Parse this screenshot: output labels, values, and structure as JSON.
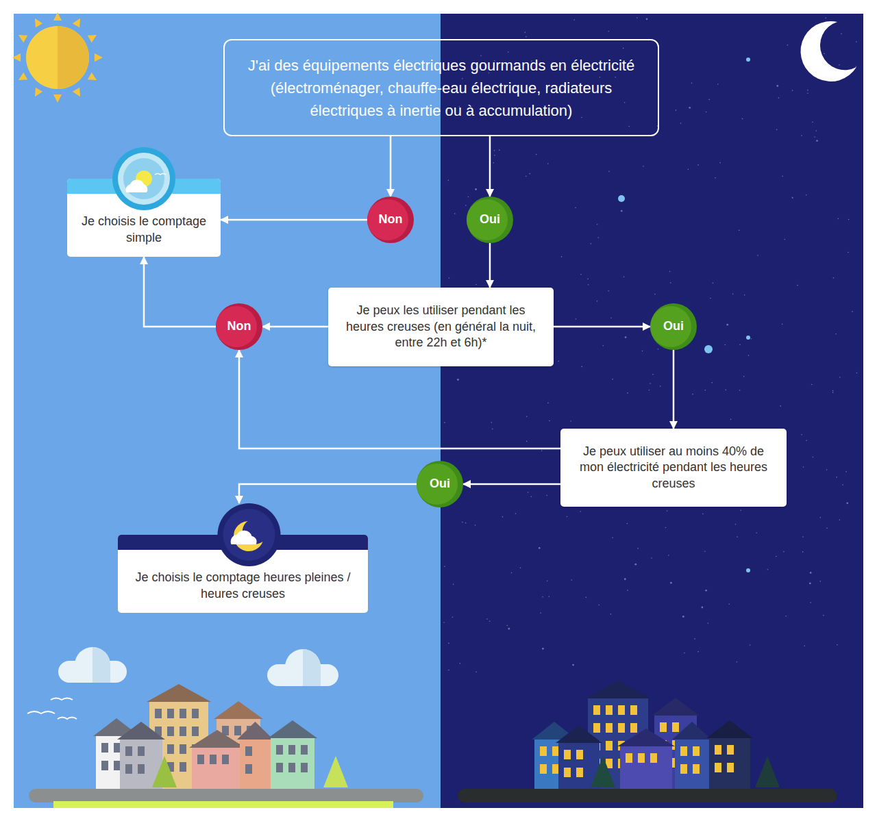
{
  "diagram": {
    "nodes": [
      {
        "text": [
          "J'ai des équipements électriques gourmands en électricité (électroménager, chauffe-eau électrique, radiateurs électriques à inertie ou à accumulation)"
        ]
      },
      {
        "text": [
          "Non"
        ]
      },
      {
        "text": [
          "Oui"
        ]
      },
      {
        "text": [
          "Je choisis le comptage simple"
        ]
      },
      {
        "text": [
          "Je peux les utiliser pendant les heures creuses (en général la nuit, entre 22h et 6h)*"
        ]
      },
      {
        "text": [
          "Non"
        ]
      },
      {
        "text": [
          "Oui"
        ]
      },
      {
        "text": [
          "Je peux utiliser au moins 40% de mon électricité pendant les heures creuses"
        ]
      },
      {
        "text": [
          "Oui"
        ]
      },
      {
        "text": [
          "Je choisis le comptage heures pleines / heures creuses"
        ]
      }
    ],
    "edges": [
      {
        "from": 0,
        "to": 1,
        "arrow": "to"
      },
      {
        "from": 0,
        "to": 2,
        "arrow": "to"
      },
      {
        "from": 1,
        "to": 3,
        "arrow": "to"
      },
      {
        "from": 2,
        "to": 4,
        "arrow": "to"
      },
      {
        "from": 4,
        "to": 5,
        "arrow": "to"
      },
      {
        "from": 4,
        "to": 6,
        "arrow": "to"
      },
      {
        "from": 5,
        "to": 3,
        "arrow": "to"
      },
      {
        "from": 6,
        "to": 7,
        "arrow": "to"
      },
      {
        "from": 7,
        "to": 5,
        "arrow": "to"
      },
      {
        "from": 7,
        "to": 8,
        "arrow": "to"
      },
      {
        "from": 8,
        "to": 9,
        "arrow": "to"
      }
    ]
  }
}
